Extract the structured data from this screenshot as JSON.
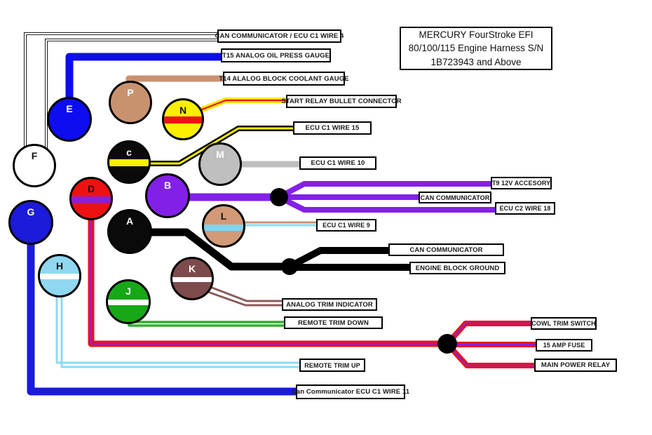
{
  "title": {
    "line1": "MERCURY FourStroke EFI",
    "line2": "80/100/115 Engine Harness S/N",
    "line3": "1B723943 and Above"
  },
  "connectors": {
    "a": {
      "letter": "A"
    },
    "b": {
      "letter": "B"
    },
    "c": {
      "letter": "c"
    },
    "d": {
      "letter": "D"
    },
    "e": {
      "letter": "E"
    },
    "f": {
      "letter": "F"
    },
    "g": {
      "letter": "G"
    },
    "h": {
      "letter": "H"
    },
    "j": {
      "letter": "J"
    },
    "k": {
      "letter": "K"
    },
    "l": {
      "letter": "L"
    },
    "m": {
      "letter": "M"
    },
    "n": {
      "letter": "N"
    },
    "p": {
      "letter": "P"
    }
  },
  "labels": {
    "can_ecu_c1_wire_4": "CAN COMMUNICATOR / ECU C1 WIRE 4",
    "t15_oil_press": "T15 ANALOG OIL PRESS GAUGE",
    "t14_block_coolant": "T14 ALALOG BLOCK COOLANT GAUGE",
    "start_relay": "START RELAY BULLET CONNECTOR",
    "ecu_c1_wire_15": "ECU C1 WIRE 15",
    "ecu_c1_wire_10": "ECU C1 WIRE 10",
    "t9_12v_accesory": "T9 12V ACCESORY",
    "can_communicator_purple": "CAN COMMUNICATOR",
    "ecu_c2_wire_18": "ECU C2 WIRE 18",
    "ecu_c1_wire_9": "ECU C1 WIRE 9",
    "can_communicator_black": "CAN COMMUNICATOR",
    "engine_block_ground": "ENGINE BLOCK GROUND",
    "analog_trim_indicator": "ANALOG TRIM INDICATOR",
    "remote_trim_down": "REMOTE TRIM DOWN",
    "cowl_trim_switch": "COWL TRIM SWITCH",
    "amp_fuse_15": "15 AMP FUSE",
    "main_power_relay": "MAIN POWER RELAY",
    "remote_trim_up": "REMOTE TRIM UP",
    "can_comm_ecu_c1_wire_11": "Can Communicator ECU C1 WIRE 11"
  },
  "colors": {
    "blue": "#0d0df0",
    "dark_blue": "#1b1bd9",
    "tan": "#c9926f",
    "yellow": "#fbf000",
    "red": "#ee1111",
    "purple": "#8320e8",
    "gray": "#bfbfbf",
    "light_blue": "#8fd8f2",
    "green": "#17a817",
    "green_wire": "#2eb22e",
    "maroon": "#7d4b4b",
    "brown_wire": "#8b5b5b",
    "black": "#000000",
    "white": "#ffffff"
  }
}
